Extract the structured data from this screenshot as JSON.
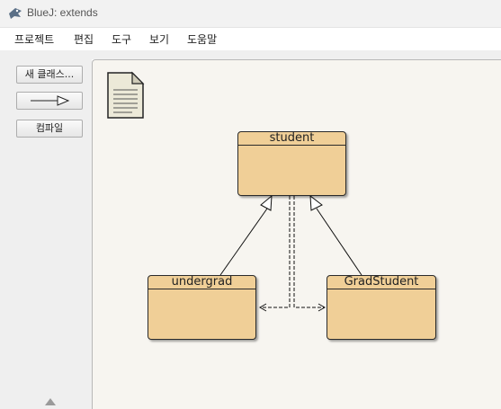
{
  "window": {
    "title": "BlueJ:  extends"
  },
  "menu": {
    "items": [
      "프로젝트",
      "편집",
      "도구",
      "보기",
      "도움말"
    ]
  },
  "sidebar": {
    "new_class_label": "새 클래스...",
    "compile_label": "컴파일"
  },
  "diagram": {
    "classes": {
      "student": "student",
      "undergrad": "undergrad",
      "gradstudent": "GradStudent"
    }
  },
  "colors": {
    "class_fill": "#f0cf97",
    "canvas_bg": "#f7f5f0",
    "sidebar_bg": "#efefef"
  }
}
